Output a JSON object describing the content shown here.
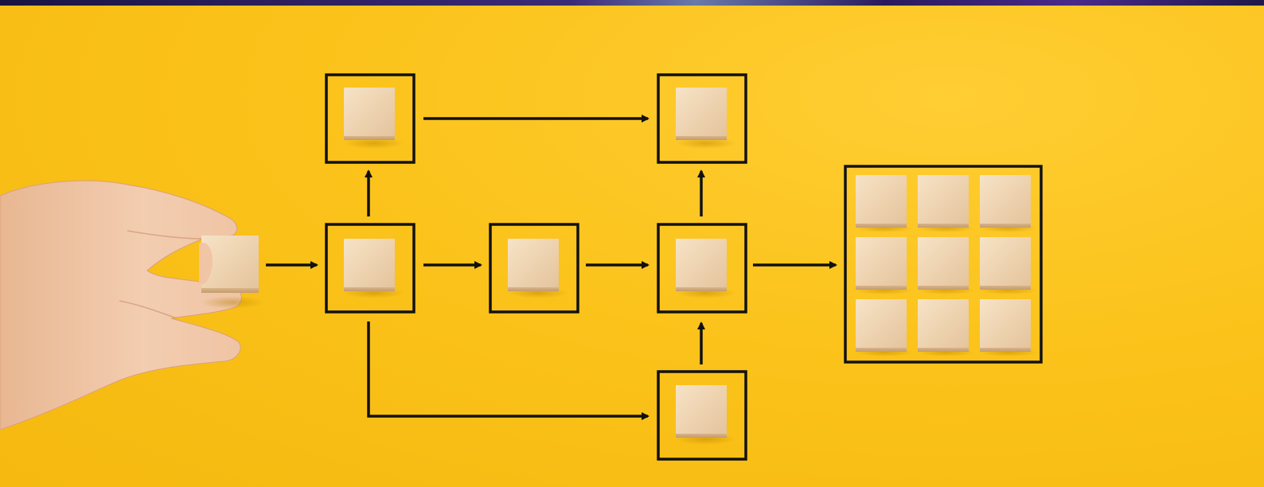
{
  "scene": {
    "description_free": true,
    "background_color": "#fbc31b",
    "line_color": "#111111",
    "block_color": "#efd6b4",
    "skin_color": "#f1c7a8",
    "process_frames": 6,
    "output_grid": {
      "rows": 3,
      "cols": 3
    }
  }
}
